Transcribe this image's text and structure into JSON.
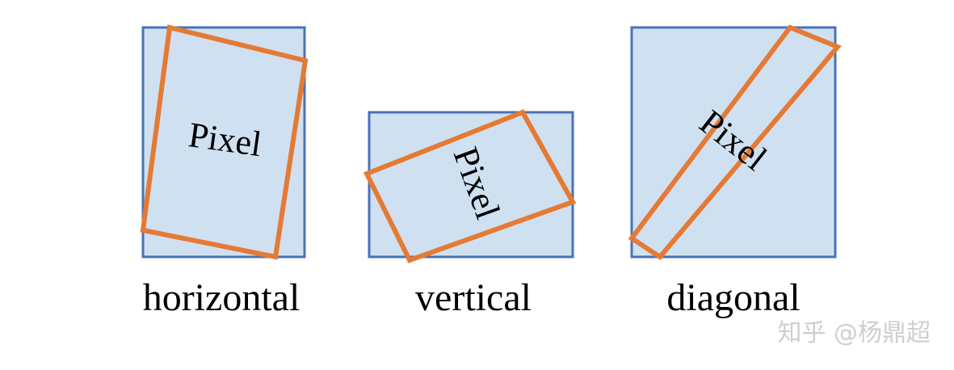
{
  "colors": {
    "cell_fill": "#cfe0f1",
    "cell_stroke": "#4a72b8",
    "box_stroke": "#e57a34",
    "text": "#000000",
    "watermark": "#cfcfcf"
  },
  "panels": [
    {
      "id": "horizontal",
      "box_label": "Pixel",
      "caption": "horizontal"
    },
    {
      "id": "vertical",
      "box_label": "Pixel",
      "caption": "vertical"
    },
    {
      "id": "diagonal",
      "box_label": "Pixel",
      "caption": "diagonal"
    }
  ],
  "watermark": "知乎 @杨鼎超"
}
